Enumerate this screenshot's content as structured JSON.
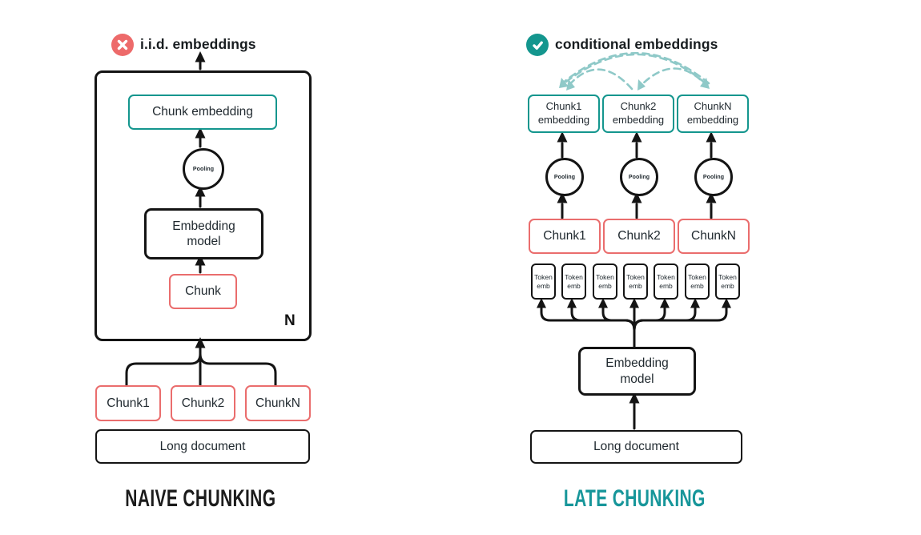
{
  "colors": {
    "teal": "#14968e",
    "salmon": "#ea6d6d",
    "dash_teal": "#8fc9c8",
    "ink": "#141414"
  },
  "left": {
    "status_icon": "x-circle",
    "title": "i.i.d. embeddings",
    "chunk_embedding": "Chunk embedding",
    "pooling": "Pooling",
    "embedding_model": "Embedding model",
    "chunk": "Chunk",
    "repeat_label": "N",
    "chunks": [
      "Chunk1",
      "Chunk2",
      "ChunkN"
    ],
    "long_document": "Long document",
    "caption": "NAIVE CHUNKING"
  },
  "right": {
    "status_icon": "check-circle",
    "title": "conditional embeddings",
    "embeddings": [
      "Chunk1 embedding",
      "Chunk2 embedding",
      "ChunkN embedding"
    ],
    "pooling": [
      "Pooling",
      "Pooling",
      "Pooling"
    ],
    "chunks": [
      "Chunk1",
      "Chunk2",
      "ChunkN"
    ],
    "tokens": [
      "Token emb",
      "Token emb",
      "Token emb",
      "Token emb",
      "Token emb",
      "Token emb",
      "Token emb"
    ],
    "embedding_model": "Embedding model",
    "long_document": "Long document",
    "caption": "LATE CHUNKING"
  }
}
